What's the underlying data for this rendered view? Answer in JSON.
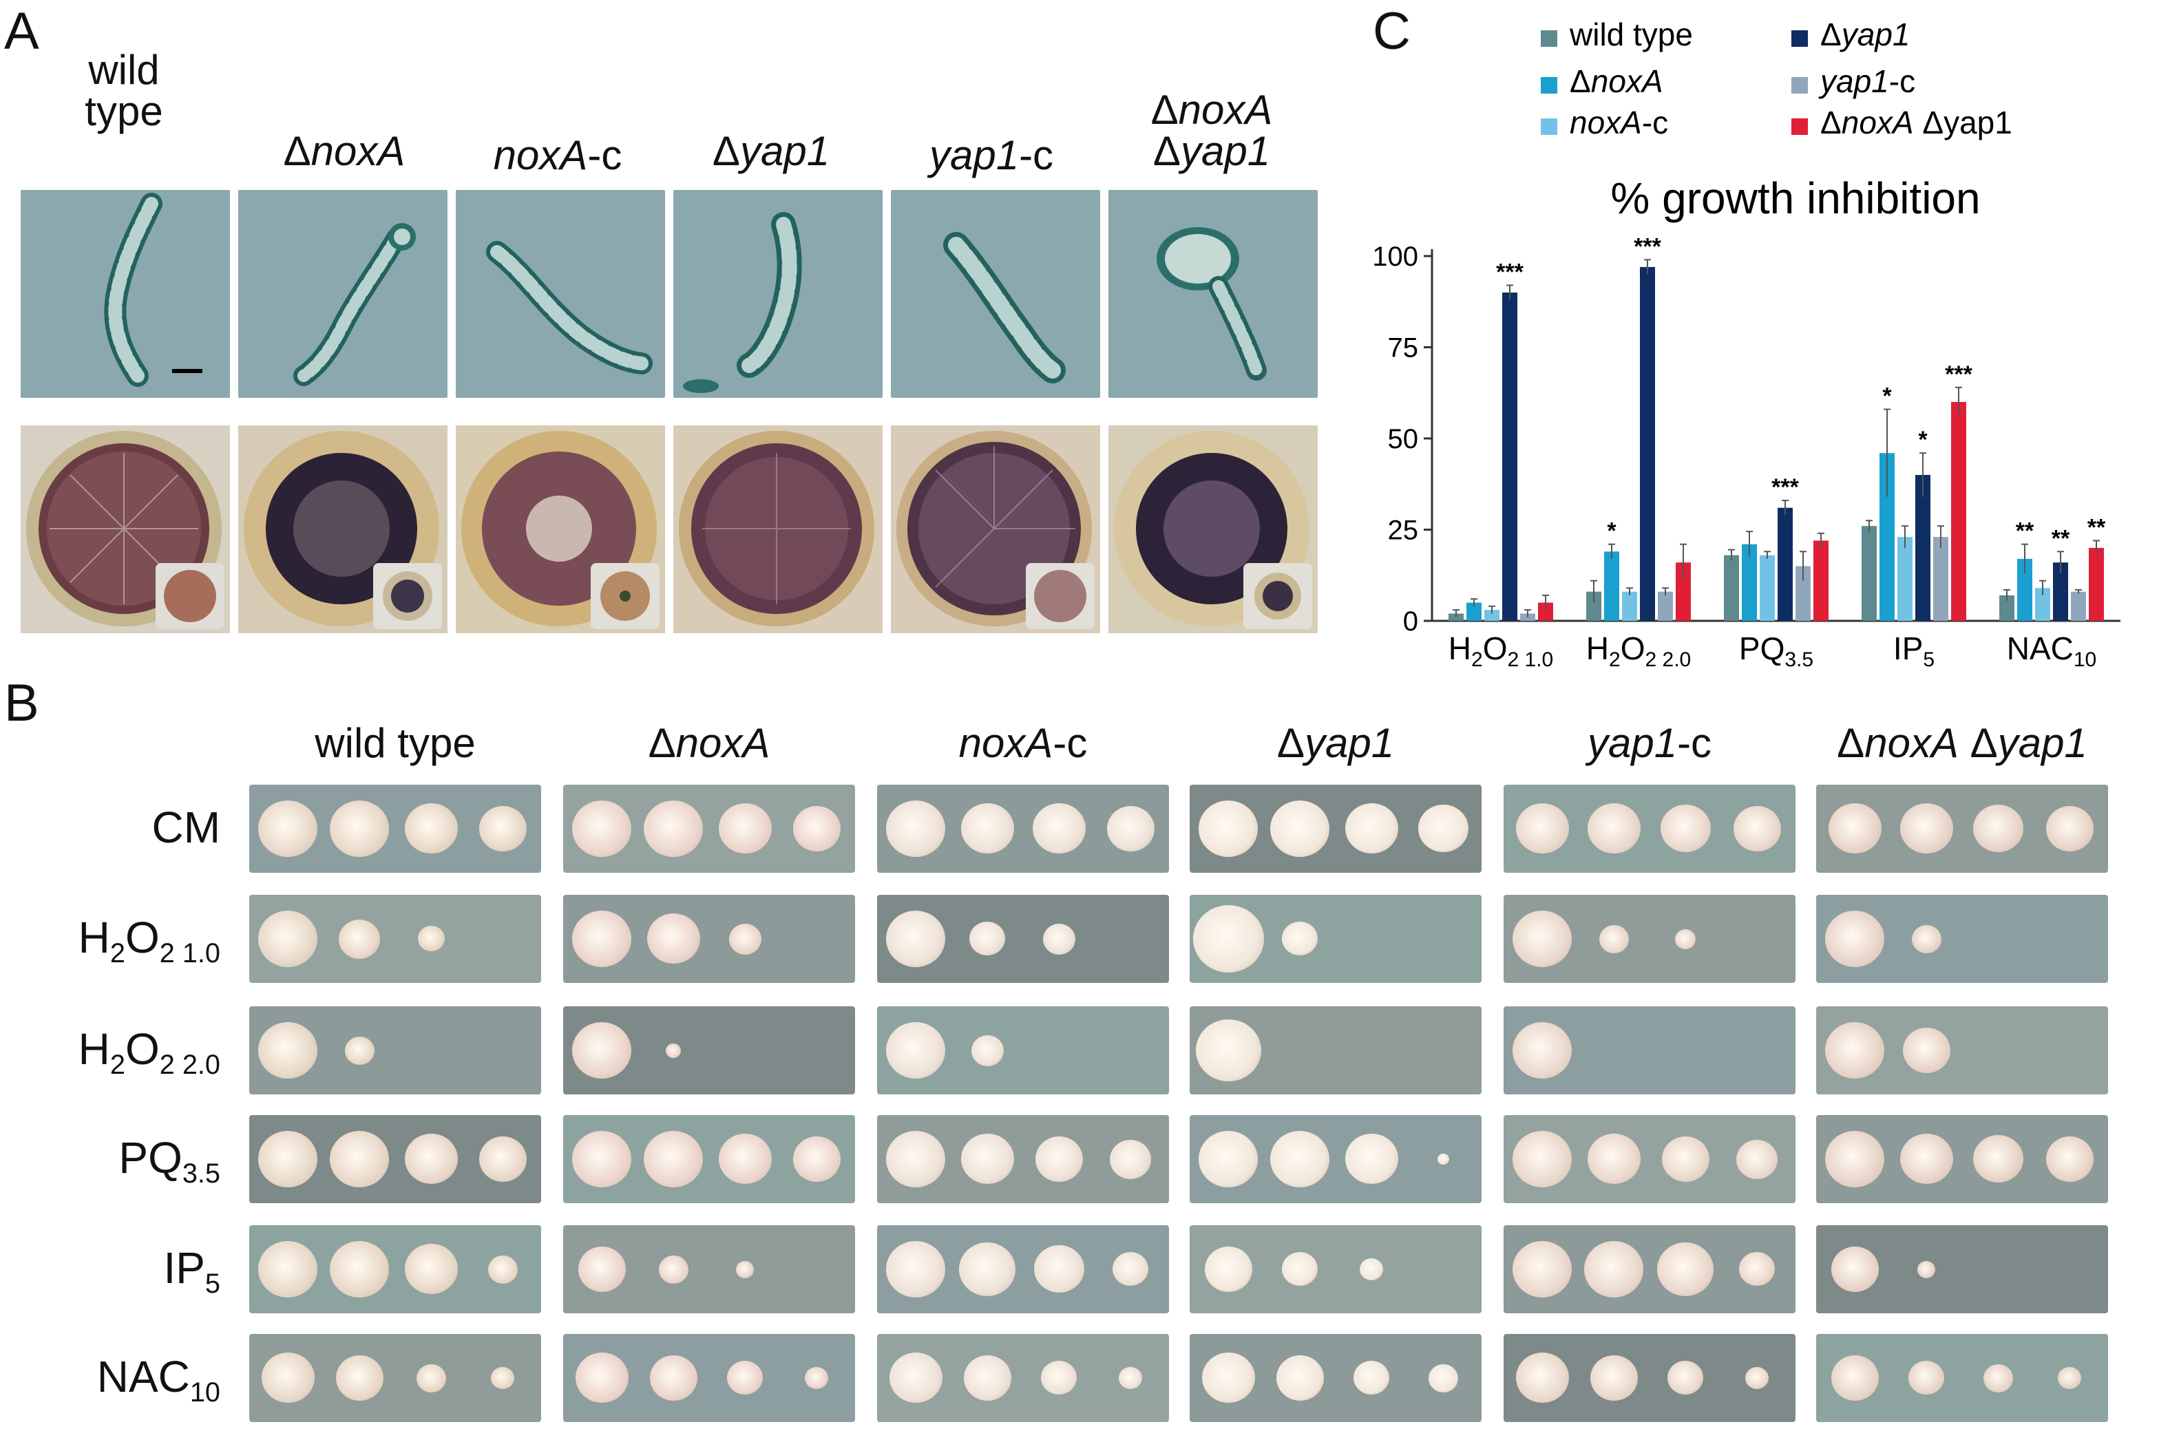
{
  "panel_letters": {
    "a": "A",
    "b": "B",
    "c": "C"
  },
  "strains": [
    {
      "prefix": "",
      "italic": "",
      "suffix": "wild",
      "line2_prefix": "",
      "line2_italic": "",
      "line2_suffix": "type"
    },
    {
      "prefix": "Δ",
      "italic": "noxA",
      "suffix": "",
      "line2_prefix": "",
      "line2_italic": "",
      "line2_suffix": ""
    },
    {
      "prefix": "",
      "italic": "noxA",
      "suffix": "-c",
      "line2_prefix": "",
      "line2_italic": "",
      "line2_suffix": ""
    },
    {
      "prefix": "Δ",
      "italic": "yap1",
      "suffix": "",
      "line2_prefix": "",
      "line2_italic": "",
      "line2_suffix": ""
    },
    {
      "prefix": "",
      "italic": "yap1",
      "suffix": "-c",
      "line2_prefix": "",
      "line2_italic": "",
      "line2_suffix": ""
    },
    {
      "prefix": "Δ",
      "italic": "noxA",
      "suffix": "",
      "line2_prefix": "Δ",
      "line2_italic": "yap1",
      "line2_suffix": ""
    }
  ],
  "panel_b": {
    "headers": [
      {
        "prefix": "",
        "italic": "",
        "suffix": "wild type",
        "prefix2": "",
        "italic2": ""
      },
      {
        "prefix": "Δ",
        "italic": "noxA",
        "suffix": "",
        "prefix2": "",
        "italic2": ""
      },
      {
        "prefix": "",
        "italic": "noxA",
        "suffix": "-c",
        "prefix2": "",
        "italic2": ""
      },
      {
        "prefix": "Δ",
        "italic": "yap1",
        "suffix": "",
        "prefix2": "",
        "italic2": ""
      },
      {
        "prefix": "",
        "italic": "yap1",
        "suffix": "-c",
        "prefix2": "",
        "italic2": ""
      },
      {
        "prefix": "Δ",
        "italic": "noxA",
        "suffix": "",
        "prefix2": " Δ",
        "italic2": "yap1"
      }
    ],
    "rows": [
      {
        "main": "CM",
        "sub": ""
      },
      {
        "main": "H",
        "sub1": "2",
        "mid": "O",
        "sub2": "2 1.0"
      },
      {
        "main": "H",
        "sub1": "2",
        "mid": "O",
        "sub2": "2 2.0"
      },
      {
        "main": "PQ",
        "sub": "3.5"
      },
      {
        "main": "IP",
        "sub": "5"
      },
      {
        "main": "NAC",
        "sub": "10"
      }
    ]
  },
  "chart_data": {
    "type": "bar",
    "title": "% growth inhibition",
    "xlabel": "",
    "ylabel": "",
    "ylim": [
      0,
      100
    ],
    "yticks": [
      "0",
      "25",
      "50",
      "75",
      "100"
    ],
    "categories": [
      {
        "main": "H",
        "s1": "2",
        "m": "O",
        "s2": "2 1.0"
      },
      {
        "main": "H",
        "s1": "2",
        "m": "O",
        "s2": "2 2.0"
      },
      {
        "main": "PQ",
        "s1": "3.5",
        "m": "",
        "s2": ""
      },
      {
        "main": "IP",
        "s1": "5",
        "m": "",
        "s2": ""
      },
      {
        "main": "NAC",
        "s1": "10",
        "m": "",
        "s2": ""
      }
    ],
    "series": [
      {
        "name": "wild type",
        "legend_prefix": "",
        "legend_italic": "",
        "legend_suffix": "wild type",
        "color": "#5d8a8e",
        "values": [
          2,
          8,
          18,
          26,
          7
        ],
        "errors": [
          1,
          3,
          1.5,
          1.5,
          1.5
        ],
        "sig": [
          "",
          "",
          "",
          "",
          ""
        ]
      },
      {
        "name": "ΔnoxA",
        "legend_prefix": "Δ",
        "legend_italic": "noxA",
        "legend_suffix": "",
        "color": "#1aa0d0",
        "values": [
          5,
          19,
          21,
          46,
          17
        ],
        "errors": [
          1,
          2,
          3.5,
          12,
          4
        ],
        "sig": [
          "",
          "*",
          "",
          "*",
          "**"
        ]
      },
      {
        "name": "noxA-c",
        "legend_prefix": "",
        "legend_italic": "noxA",
        "legend_suffix": "-c",
        "color": "#72c2e6",
        "values": [
          3,
          8,
          18,
          23,
          9
        ],
        "errors": [
          1,
          1,
          1,
          3,
          2
        ],
        "sig": [
          "",
          "",
          "",
          "",
          ""
        ]
      },
      {
        "name": "Δyap1",
        "legend_prefix": "Δ",
        "legend_italic": "yap1",
        "legend_suffix": "",
        "color": "#0e2d63",
        "values": [
          90,
          97,
          31,
          40,
          16
        ],
        "errors": [
          2,
          2,
          2,
          6,
          3
        ],
        "sig": [
          "***",
          "***",
          "***",
          "*",
          "**"
        ]
      },
      {
        "name": "yap1-c",
        "legend_prefix": "",
        "legend_italic": "yap1",
        "legend_suffix": "-c",
        "color": "#90a6bd",
        "values": [
          2,
          8,
          15,
          23,
          8
        ],
        "errors": [
          1,
          1,
          4,
          3,
          0.5
        ],
        "sig": [
          "",
          "",
          "",
          "",
          ""
        ]
      },
      {
        "name": "ΔnoxA Δyap1",
        "legend_prefix": "Δ",
        "legend_italic": "noxA",
        "legend_suffix": " Δyap1",
        "color": "#e01f36",
        "values": [
          5,
          16,
          22,
          60,
          20
        ],
        "errors": [
          2,
          5,
          2,
          4,
          2
        ],
        "sig": [
          "",
          "",
          "",
          "***",
          "**"
        ]
      }
    ],
    "grid": false,
    "legend": "top"
  }
}
